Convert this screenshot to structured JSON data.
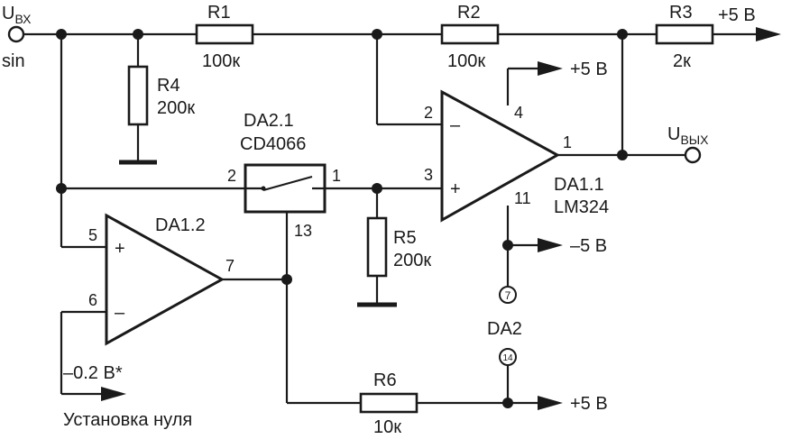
{
  "input": {
    "label_main": "U",
    "label_sub": "ВХ",
    "signal": "sin"
  },
  "output": {
    "label_main": "U",
    "label_sub": "ВЫХ"
  },
  "resistors": {
    "r1": {
      "name": "R1",
      "value": "100к"
    },
    "r2": {
      "name": "R2",
      "value": "100к"
    },
    "r3": {
      "name": "R3",
      "value": "2к"
    },
    "r4": {
      "name": "R4",
      "value": "200к"
    },
    "r5": {
      "name": "R5",
      "value": "200к"
    },
    "r6": {
      "name": "R6",
      "value": "10к"
    }
  },
  "switch": {
    "name": "DA2.1",
    "part": "CD4066",
    "pin_in": "2",
    "pin_out": "1",
    "pin_ctrl": "13"
  },
  "opamp1": {
    "name": "DA1.1",
    "part": "LM324",
    "pin_inv": "2",
    "pin_noninv": "3",
    "pin_out": "1",
    "pin_vplus": "4",
    "pin_vminus": "11",
    "sign_inv": "–",
    "sign_noninv": "+"
  },
  "opamp2": {
    "name": "DA1.2",
    "pin_noninv": "5",
    "pin_inv": "6",
    "pin_out": "7",
    "sign_inv": "–",
    "sign_noninv": "+"
  },
  "da2": {
    "name": "DA2",
    "pin_gnd": "7",
    "pin_vdd": "14"
  },
  "supplies": {
    "r3": "+5 В",
    "opamp_pos": "+5 В",
    "opamp_neg": "–5 В",
    "da2": "+5 В",
    "zero_ref": "–0.2 В*"
  },
  "caption": "Установка нуля"
}
